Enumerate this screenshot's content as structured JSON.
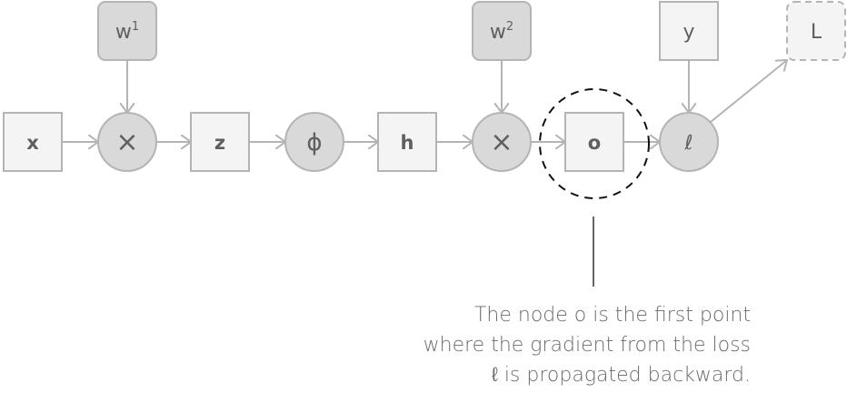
{
  "diagram": {
    "title": "Computational graph: gradient propagation",
    "nodes": [
      {
        "id": "x",
        "label": "x",
        "kind": "input"
      },
      {
        "id": "mul1",
        "label": "×",
        "kind": "operation"
      },
      {
        "id": "z",
        "label": "z",
        "kind": "variable"
      },
      {
        "id": "phi",
        "label": "ϕ",
        "kind": "operation"
      },
      {
        "id": "h",
        "label": "h",
        "kind": "variable"
      },
      {
        "id": "mul2",
        "label": "×",
        "kind": "operation"
      },
      {
        "id": "o",
        "label": "o",
        "kind": "variable"
      },
      {
        "id": "loss",
        "label": "ℓ",
        "kind": "operation"
      },
      {
        "id": "w1",
        "label": "w",
        "sup": "1",
        "kind": "parameter"
      },
      {
        "id": "w2",
        "label": "w",
        "sup": "2",
        "kind": "parameter"
      },
      {
        "id": "y",
        "label": "y",
        "kind": "input"
      },
      {
        "id": "L",
        "label": "L",
        "kind": "objective"
      }
    ],
    "edges": [
      [
        "x",
        "mul1"
      ],
      [
        "w1",
        "mul1"
      ],
      [
        "mul1",
        "z"
      ],
      [
        "z",
        "phi"
      ],
      [
        "phi",
        "h"
      ],
      [
        "h",
        "mul2"
      ],
      [
        "w2",
        "mul2"
      ],
      [
        "mul2",
        "o"
      ],
      [
        "o",
        "loss"
      ],
      [
        "y",
        "loss"
      ],
      [
        "loss",
        "L"
      ]
    ],
    "highlight": {
      "node": "o",
      "style": "dashed-circle"
    },
    "colors": {
      "edge": "#b4b4b4",
      "box_fill": "#f4f4f4",
      "circle_fill": "#d9d9d9",
      "param_fill": "#d9d9d9",
      "stroke": "#b4b4b4",
      "highlight": "#111111",
      "pointer": "#666666"
    }
  },
  "annotation": {
    "lines": [
      "The node o is the first point",
      "where the gradient from the loss",
      "ℓ is propagated backward."
    ]
  }
}
